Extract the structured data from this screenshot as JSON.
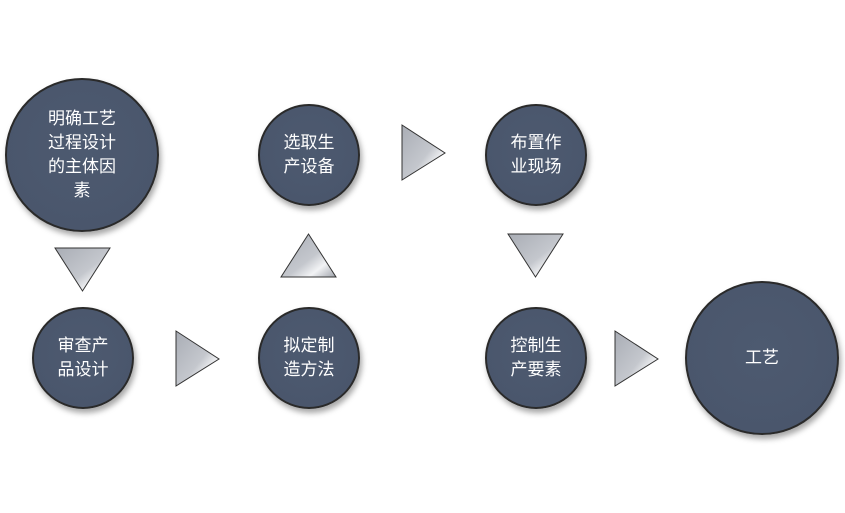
{
  "nodes": [
    {
      "id": "define",
      "label": "明确工艺过程设计的主体因素",
      "lines": [
        "明确工艺",
        "过程设计",
        "的主体因",
        "素"
      ]
    },
    {
      "id": "review",
      "label": "审查产品设计",
      "lines": [
        "审查产",
        "品设计"
      ]
    },
    {
      "id": "method",
      "label": "拟定制造方法",
      "lines": [
        "拟定制",
        "造方法"
      ]
    },
    {
      "id": "equipment",
      "label": "选取生产设备",
      "lines": [
        "选取生",
        "产设备"
      ]
    },
    {
      "id": "site",
      "label": "布置作业现场",
      "lines": [
        "布置作",
        "业现场"
      ]
    },
    {
      "id": "control",
      "label": "控制生产要素",
      "lines": [
        "控制生",
        "产要素"
      ]
    },
    {
      "id": "process",
      "label": "工艺",
      "lines": [
        "工艺"
      ]
    }
  ],
  "colors": {
    "node_fill": "#4a566c",
    "arrow_fill": "#b8bcc4"
  }
}
